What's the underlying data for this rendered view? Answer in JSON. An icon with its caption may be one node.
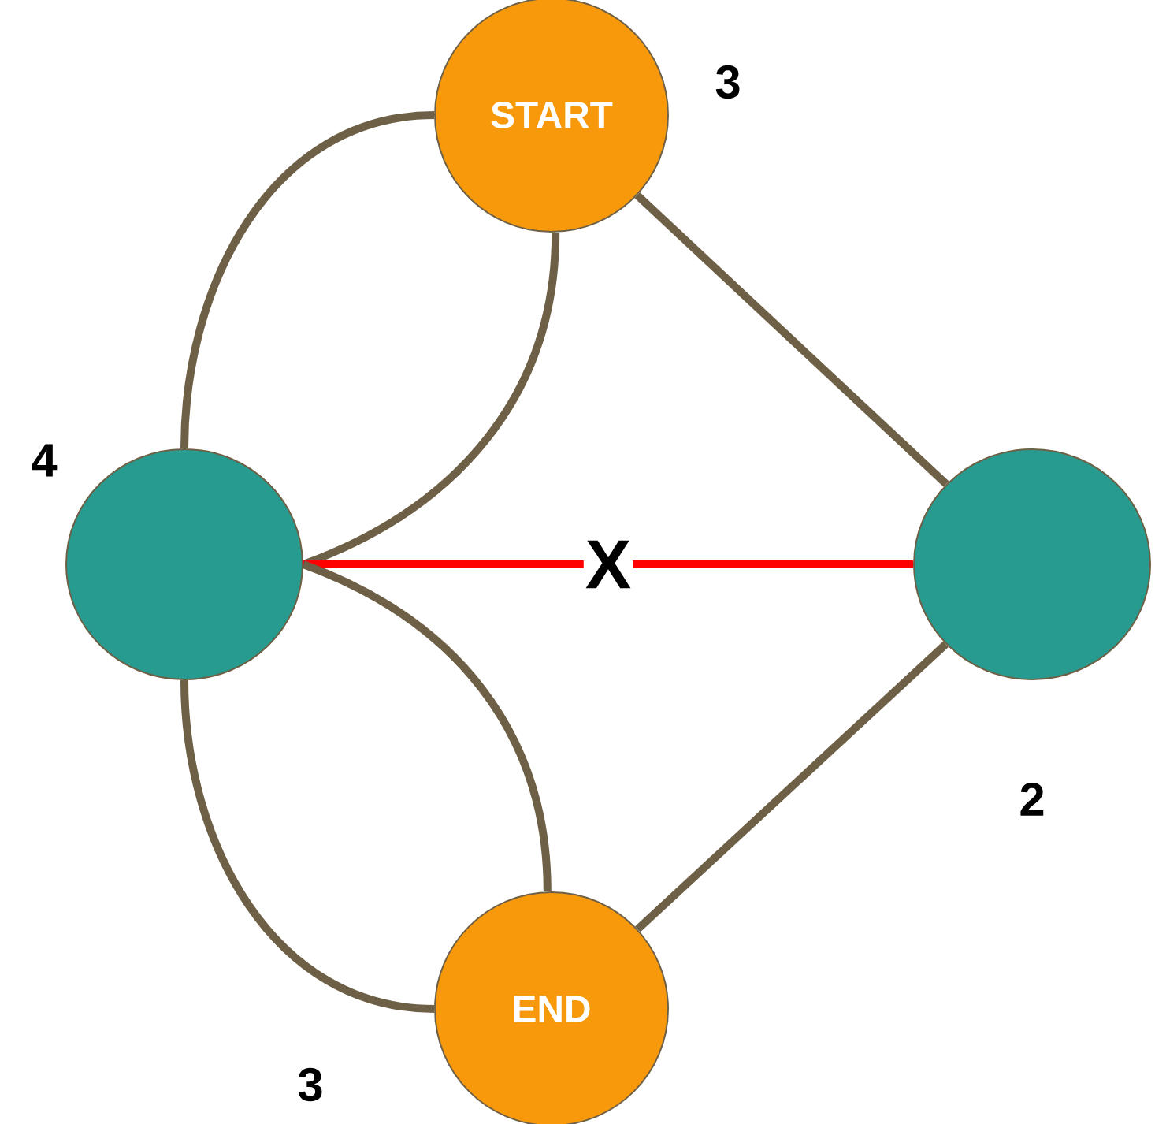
{
  "diagram": {
    "nodes": [
      {
        "text": [
          "START"
        ],
        "beside": [
          "3"
        ]
      },
      {
        "text": [],
        "shape": "circle",
        "beside": [
          "4"
        ]
      },
      {
        "text": [],
        "shape": "circle",
        "beside": [
          "2"
        ]
      },
      {
        "text": [
          "END"
        ],
        "beside": [
          "3"
        ]
      }
    ],
    "edges": [
      {
        "from": 0,
        "to": 1,
        "arrow": "none"
      },
      {
        "from": 0,
        "to": 1,
        "arrow": "none"
      },
      {
        "from": 0,
        "to": 2,
        "arrow": "none"
      },
      {
        "from": 1,
        "to": 2,
        "arrow": "none",
        "label": "X",
        "color": "#ff0000"
      },
      {
        "from": 1,
        "to": 3,
        "arrow": "none"
      },
      {
        "from": 1,
        "to": 3,
        "arrow": "none"
      },
      {
        "from": 3,
        "to": 2,
        "arrow": "none"
      }
    ]
  }
}
